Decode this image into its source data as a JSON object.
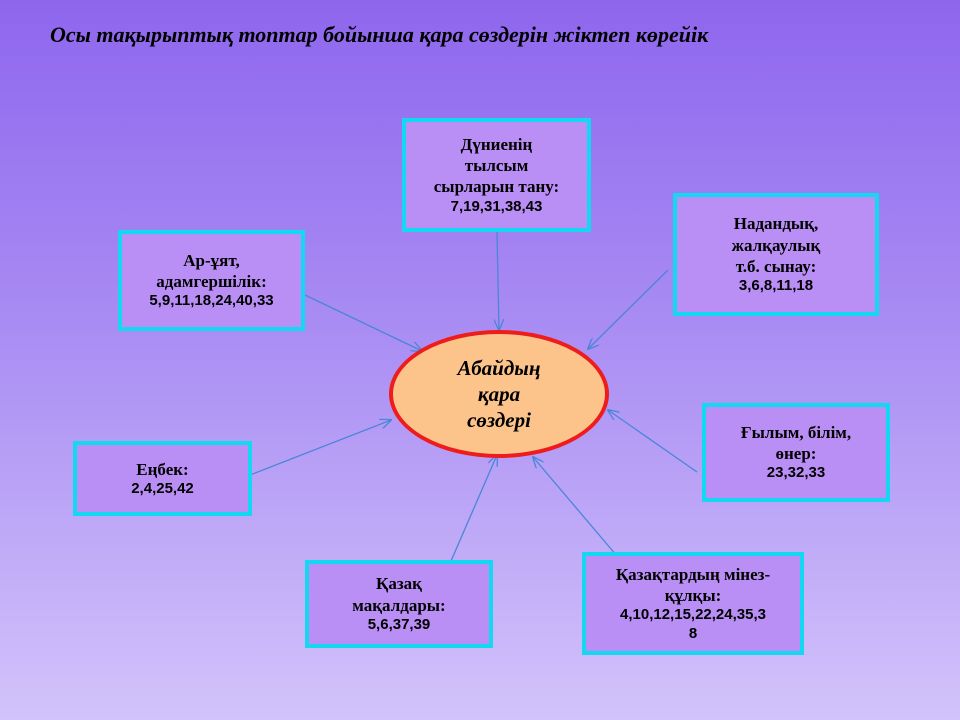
{
  "title": "Осы тақырыптық топтар бойынша қара сөздерін жіктеп көрейік",
  "center": {
    "lines": [
      "Абайдың",
      "қара",
      "сөздері"
    ]
  },
  "boxes": {
    "dunie": {
      "lines": [
        "Дүниенің",
        "тылсым",
        "сырларын тану:"
      ],
      "numbers": "7,19,31,38,43"
    },
    "nadandyq": {
      "lines": [
        "Надандық,",
        "жалқаулық",
        "т.б. сынау:"
      ],
      "numbers": "3,6,8,11,18"
    },
    "ar_uyat": {
      "lines": [
        "Ар-ұят,",
        "адамгершілік:"
      ],
      "numbers": "5,9,11,18,24,40,33"
    },
    "enbek": {
      "lines": [
        "Еңбек:"
      ],
      "numbers": "2,4,25,42"
    },
    "gylym": {
      "lines": [
        "Ғылым, білім,",
        "өнер:"
      ],
      "numbers": "23,32,33"
    },
    "maqal": {
      "lines": [
        "Қазақ",
        "мақалдары:"
      ],
      "numbers": "5,6,37,39"
    },
    "minez": {
      "lines": [
        "Қазақтардың мінез-",
        "құлқы:"
      ],
      "numbers": "4,10,12,15,22,24,35,3\n8"
    }
  },
  "colors": {
    "box_border": "#14d8f2",
    "box_fill": "#b98ef5",
    "center_fill": "#fcc48b",
    "center_border": "#ee1c1c",
    "arrow": "#4a86d8"
  }
}
